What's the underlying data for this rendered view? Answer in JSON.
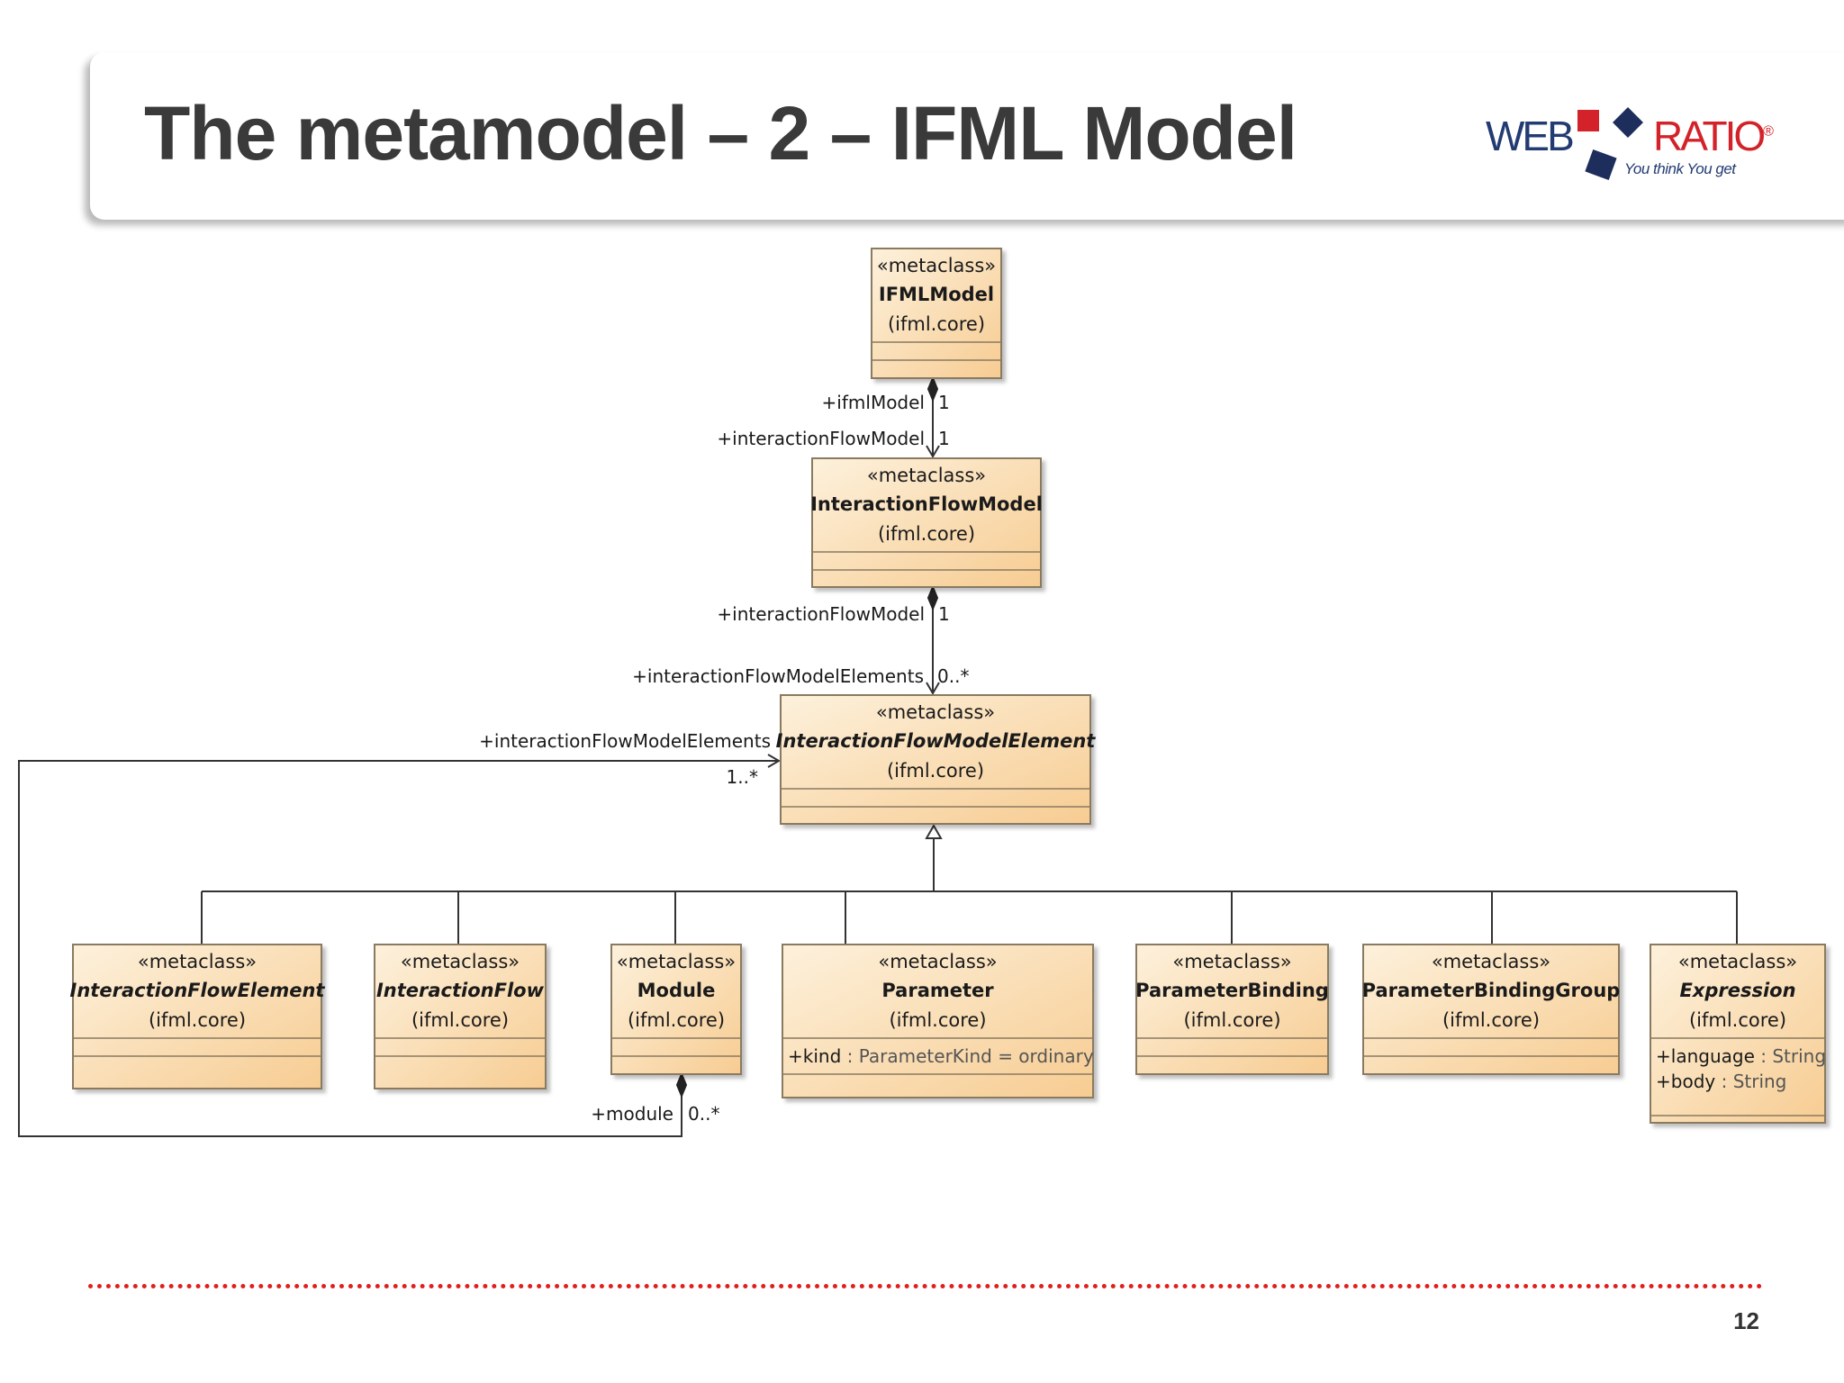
{
  "slide": {
    "title": "The metamodel – 2 – IFML Model",
    "page_number": "12"
  },
  "logo": {
    "word1": "WEB",
    "word2": "RATIO",
    "registered": "®",
    "tagline": "You think You get"
  },
  "colors": {
    "box_fill_light": "#fdf1dc",
    "box_fill_dark": "#f7cc92",
    "box_border": "#8a7a60",
    "accent_red": "#e0201c",
    "brand_navy": "#233b73",
    "brand_red": "#d32229"
  },
  "diagram": {
    "classes": [
      {
        "id": "ifmlmodel",
        "stereotype": "«metaclass»",
        "name": "IFMLModel",
        "package": "(ifml.core)",
        "italic": false,
        "attributes": []
      },
      {
        "id": "interactionflowmodel",
        "stereotype": "«metaclass»",
        "name": "InteractionFlowModel",
        "package": "(ifml.core)",
        "italic": false,
        "attributes": []
      },
      {
        "id": "interactionflowmodelelement",
        "stereotype": "«metaclass»",
        "name": "InteractionFlowModelElement",
        "package": "(ifml.core)",
        "italic": true,
        "attributes": []
      },
      {
        "id": "interactionflowelement",
        "stereotype": "«metaclass»",
        "name": "InteractionFlowElement",
        "package": "(ifml.core)",
        "italic": true,
        "attributes": []
      },
      {
        "id": "interactionflow",
        "stereotype": "«metaclass»",
        "name": "InteractionFlow",
        "package": "(ifml.core)",
        "italic": true,
        "attributes": []
      },
      {
        "id": "module",
        "stereotype": "«metaclass»",
        "name": "Module",
        "package": "(ifml.core)",
        "italic": false,
        "attributes": []
      },
      {
        "id": "parameter",
        "stereotype": "«metaclass»",
        "name": "Parameter",
        "package": "(ifml.core)",
        "italic": false,
        "attributes": [
          {
            "name": "+kind",
            "rest": " : ParameterKind = ordinary"
          }
        ]
      },
      {
        "id": "parameterbinding",
        "stereotype": "«metaclass»",
        "name": "ParameterBinding",
        "package": "(ifml.core)",
        "italic": false,
        "attributes": []
      },
      {
        "id": "parameterbindinggroup",
        "stereotype": "«metaclass»",
        "name": "ParameterBindingGroup",
        "package": "(ifml.core)",
        "italic": false,
        "attributes": []
      },
      {
        "id": "expression",
        "stereotype": "«metaclass»",
        "name": "Expression",
        "package": "(ifml.core)",
        "italic": true,
        "attributes": [
          {
            "name": "+language",
            "rest": " : String"
          },
          {
            "name": "+body",
            "rest": " : String"
          }
        ]
      }
    ],
    "labels": [
      {
        "id": "role-ifmlmodel",
        "text": "+ifmlModel"
      },
      {
        "id": "mult-ifmlmodel",
        "text": "1"
      },
      {
        "id": "role-ifm-1",
        "text": "+interactionFlowModel"
      },
      {
        "id": "mult-ifm-1",
        "text": "1"
      },
      {
        "id": "role-ifm-2",
        "text": "+interactionFlowModel"
      },
      {
        "id": "mult-ifm-2",
        "text": "1"
      },
      {
        "id": "role-ifme-1",
        "text": "+interactionFlowModelElements"
      },
      {
        "id": "mult-ifme-1",
        "text": "0..*"
      },
      {
        "id": "role-ifme-2",
        "text": "+interactionFlowModelElements"
      },
      {
        "id": "mult-ifme-2",
        "text": "1..*"
      },
      {
        "id": "role-module",
        "text": "+module"
      },
      {
        "id": "mult-module",
        "text": "0..*"
      }
    ]
  }
}
